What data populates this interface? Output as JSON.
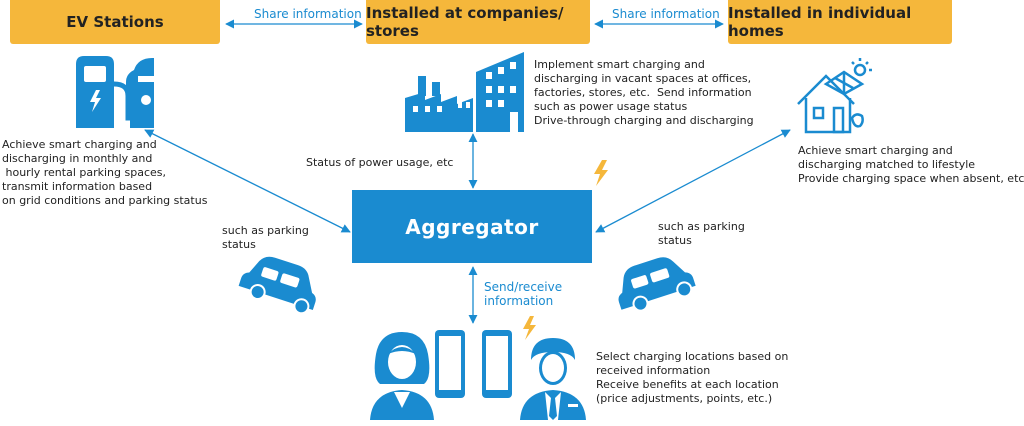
{
  "boxes": {
    "ev_stations": "EV Stations",
    "companies": "Installed at companies/ stores",
    "homes": "Installed in individual homes",
    "aggregator": "Aggregator"
  },
  "links": {
    "share_left": "Share information",
    "share_right": "Share information",
    "status_power": "Status of power usage, etc",
    "send_receive": [
      "Send/receive",
      "information"
    ],
    "parking_left": [
      "such as parking",
      "status"
    ],
    "parking_right": [
      "such as parking",
      "status"
    ]
  },
  "descriptions": {
    "ev": [
      "Achieve smart charging and",
      "discharging in monthly and",
      " hourly rental parking spaces,",
      "transmit information based",
      "on grid conditions and parking status"
    ],
    "companies": [
      "Implement smart charging and",
      "discharging in vacant spaces at offices,",
      "factories, stores, etc.  Send information",
      "such as power usage status",
      "Drive-through charging and discharging"
    ],
    "homes": [
      "Achieve smart charging and",
      "discharging matched to lifestyle",
      "Provide charging space when absent, etc."
    ],
    "users": [
      "Select charging locations based on",
      "received information",
      "Receive benefits at each location",
      "(price adjustments, points, etc.)"
    ]
  },
  "icons": [
    "ev-charger-car-icon",
    "factory-building-icon",
    "solar-house-icon",
    "car-left-icon",
    "car-right-icon",
    "lightning-icon",
    "smartphone-icon",
    "woman-user-icon",
    "man-user-icon"
  ],
  "colors": {
    "accent_blue": "#1a8bd0",
    "box_orange": "#f5b73b",
    "bolt_yellow": "#f5b73b"
  }
}
